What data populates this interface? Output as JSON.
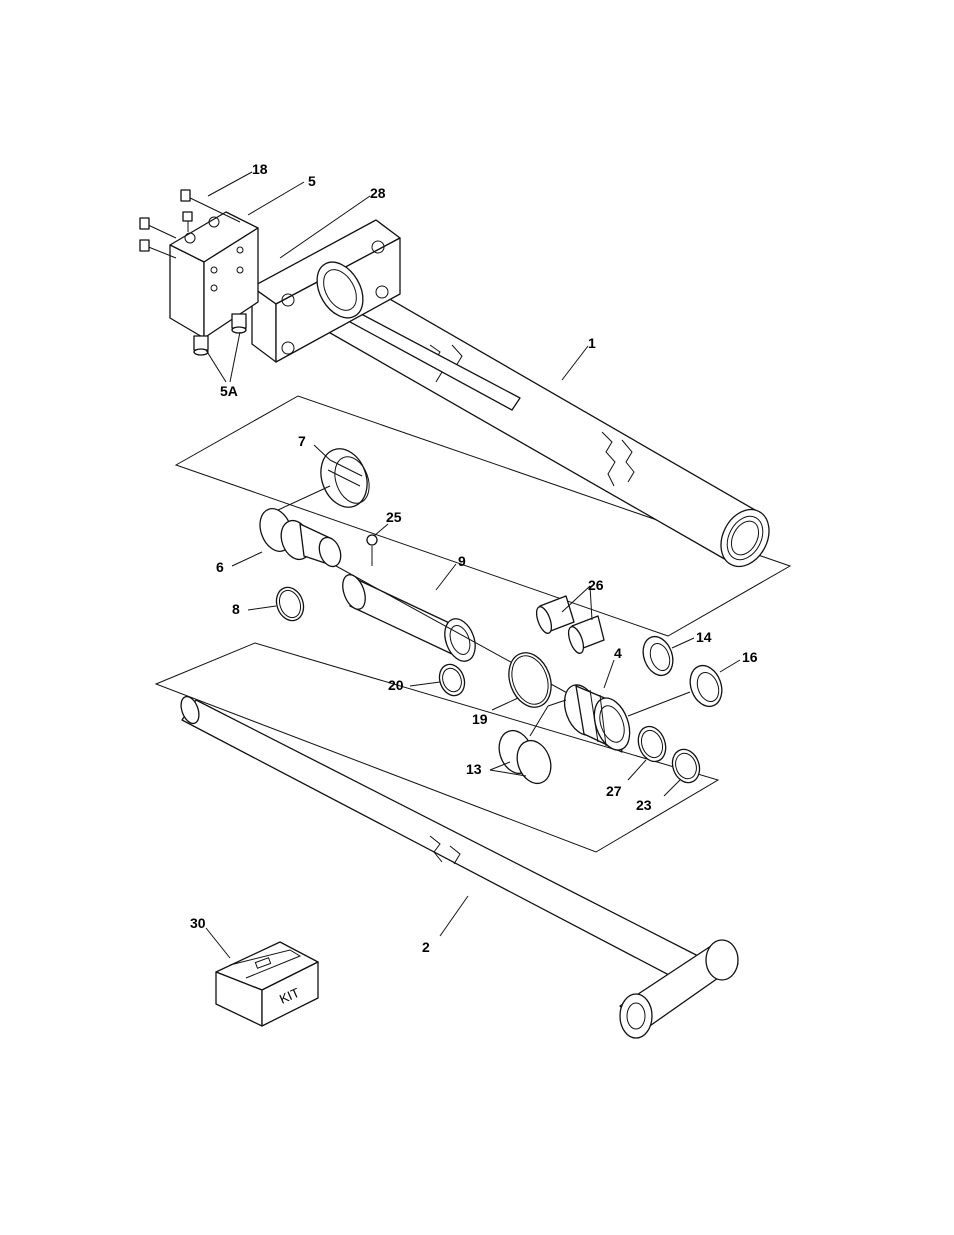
{
  "diagram": {
    "callouts": {
      "c18": "18",
      "c5": "5",
      "c28": "28",
      "c1": "1",
      "c5a": "5A",
      "c7": "7",
      "c25": "25",
      "c9": "9",
      "c6": "6",
      "c8": "8",
      "c26": "26",
      "c14": "14",
      "c4": "4",
      "c16": "16",
      "c20": "20",
      "c19": "19",
      "c13": "13",
      "c27": "27",
      "c23": "23",
      "c30": "30",
      "c2": "2"
    },
    "kit_label": "KIT"
  }
}
